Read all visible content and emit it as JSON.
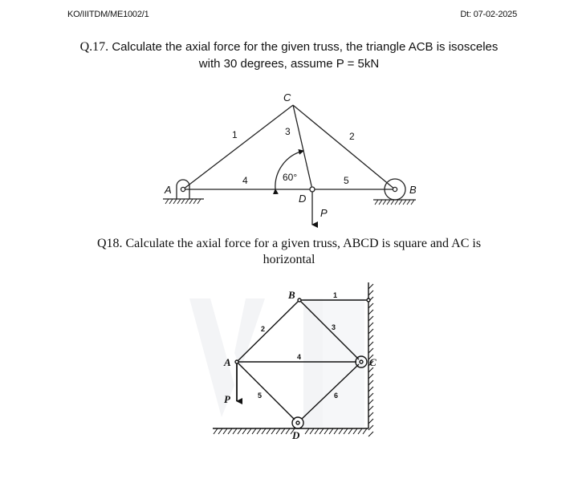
{
  "header": {
    "doc_code": "KO/IIITDM/ME1002/1",
    "date": "Dt: 07-02-2025"
  },
  "questions": [
    {
      "number": "Q.17.",
      "line1": "Calculate the axial force for the given truss, the triangle ACB is isosceles",
      "line2": "with 30 degrees, assume P = 5kN",
      "figure": {
        "nodes": [
          "A",
          "B",
          "C",
          "D"
        ],
        "members": [
          "1",
          "2",
          "3",
          "4",
          "5"
        ],
        "angle_label": "60°",
        "load_label": "P"
      }
    },
    {
      "number": "Q18.",
      "line1": "Calculate the axial force for a given truss, ABCD is square and AC is",
      "line2": "horizontal",
      "figure": {
        "nodes": [
          "A",
          "B",
          "C",
          "D"
        ],
        "members": [
          "1",
          "2",
          "3",
          "4",
          "5",
          "6"
        ],
        "load_label": "P"
      }
    }
  ],
  "colors": {
    "ink": "#111111",
    "watermark": "#f2f3f5"
  }
}
